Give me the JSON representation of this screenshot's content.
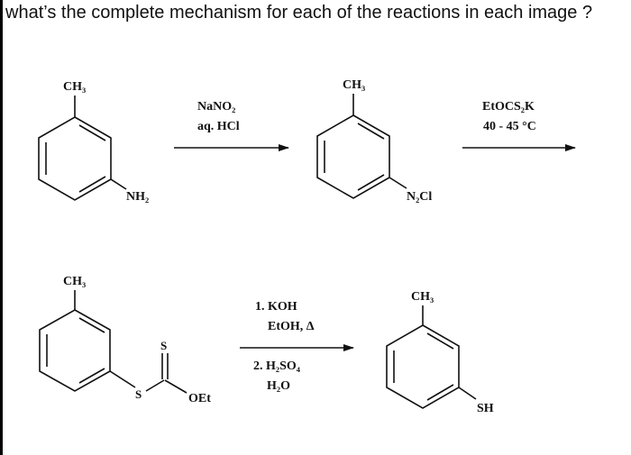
{
  "question": "what’s the complete mechanism for each of the reactions in each image ?",
  "reaction1": {
    "start": {
      "top_group": "CH₃",
      "meta_group": "NH₂"
    },
    "arrow1": {
      "reagent_line1": "NaNO₂",
      "reagent_line2": "aq. HCl"
    },
    "intermediate": {
      "top_group": "CH₃",
      "meta_group": "N₂Cl"
    },
    "arrow2": {
      "reagent_line1": "EtOCS₂K",
      "reagent_line2": "40 - 45 °C"
    }
  },
  "reaction2": {
    "start": {
      "top_group": "CH₃",
      "s_label": "S",
      "thione_s": "S",
      "oet": "OEt"
    },
    "arrow": {
      "step1_line1": "1. KOH",
      "step1_line2": "EtOH, Δ",
      "step2_line1": "2. H₂SO₄",
      "step2_line2": "H₂O"
    },
    "product": {
      "top_group": "CH₃",
      "meta_group": "SH"
    }
  }
}
